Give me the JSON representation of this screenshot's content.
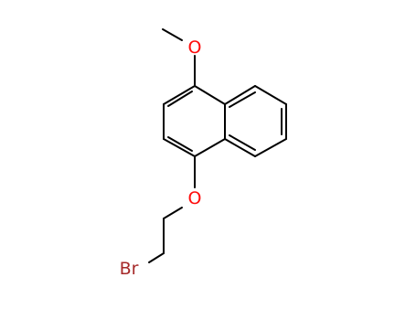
{
  "molecule": {
    "atoms": {
      "methoxy_oxygen": "O",
      "ether_oxygen": "O",
      "bromine": "Br"
    },
    "colors": {
      "bond": "#000000",
      "oxygen": "#ff0d0d",
      "bromine": "#a62929"
    }
  }
}
